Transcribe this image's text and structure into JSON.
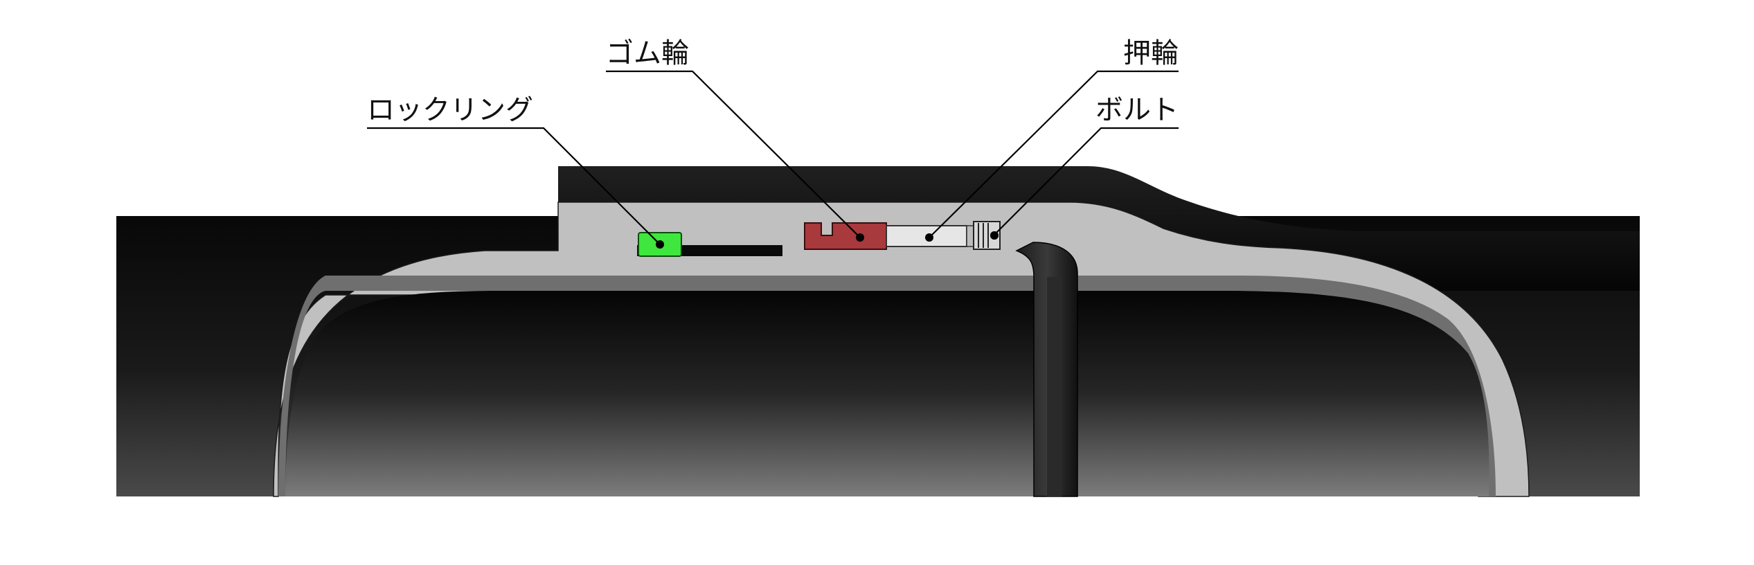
{
  "diagram": {
    "labels": {
      "lock_ring": "ロックリング",
      "rubber_ring": "ゴム輪",
      "push_ring": "押輪",
      "bolt": "ボルト"
    }
  },
  "colors": {
    "pipe_dark": "#0b0b0b",
    "joint_gray": "#c0c0c0",
    "lock_ring_green": "#3ee63e",
    "rubber_ring_red": "#a8393c",
    "push_ring_light": "#e6e6e6"
  }
}
